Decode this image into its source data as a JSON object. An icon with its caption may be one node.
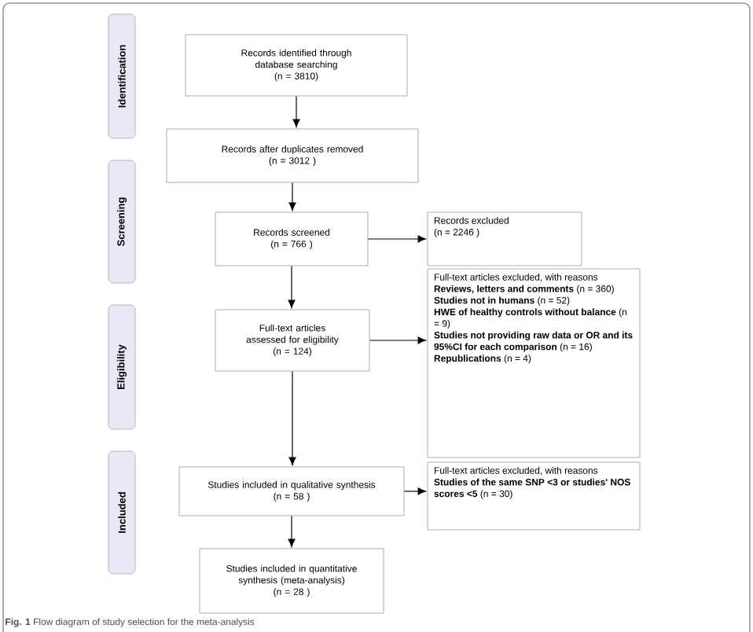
{
  "diagram": {
    "caption": "**Fig. 1** Flow diagram of study selection for the meta-analysis",
    "nodes": [
      {
        "text": [
          "Identification"
        ]
      },
      {
        "text": [
          "Screening"
        ]
      },
      {
        "text": [
          "Eligibility"
        ]
      },
      {
        "text": [
          "Included"
        ]
      },
      {
        "text": [
          "Records identified through database searching",
          "(n = 3810)"
        ]
      },
      {
        "text": [
          "Records after duplicates removed",
          "(n = 3012 )"
        ]
      },
      {
        "text": [
          "Records screened",
          "(n = 766 )"
        ]
      },
      {
        "text": [
          "Records excluded",
          "(n = 2246 )"
        ]
      },
      {
        "text": [
          "Full-text articles assessed for eligibility",
          "(n = 124)"
        ]
      },
      {
        "text": [
          "Full-text articles excluded, with reasons",
          "**Reviews, letters and comments** (n = 360)",
          "**Studies not in humans** (n = 52)",
          "**HWE of healthy controls without balance** (n = 9)",
          "**Studies not providing raw data or OR and its 95%CI for each comparison** (n = 16)",
          "**Republications** (n = 4)"
        ]
      },
      {
        "text": [
          "Studies included in qualitative synthesis",
          "(n = 58 )"
        ]
      },
      {
        "text": [
          "Full-text articles excluded, with reasons",
          "**Studies of the same SNP <3 or studies' NOS scores <5** (n = 30)"
        ]
      },
      {
        "text": [
          "Studies included in quantitative synthesis (meta-analysis)",
          "(n = 28 )"
        ]
      }
    ],
    "edges": [
      {
        "from": 4,
        "to": 5,
        "arrow": "to"
      },
      {
        "from": 5,
        "to": 6,
        "arrow": "to"
      },
      {
        "from": 6,
        "to": 7,
        "arrow": "to"
      },
      {
        "from": 6,
        "to": 8,
        "arrow": "to"
      },
      {
        "from": 8,
        "to": 9,
        "arrow": "to"
      },
      {
        "from": 8,
        "to": 10,
        "arrow": "to"
      },
      {
        "from": 10,
        "to": 11,
        "arrow": "to"
      },
      {
        "from": 10,
        "to": 12,
        "arrow": "to"
      }
    ]
  }
}
